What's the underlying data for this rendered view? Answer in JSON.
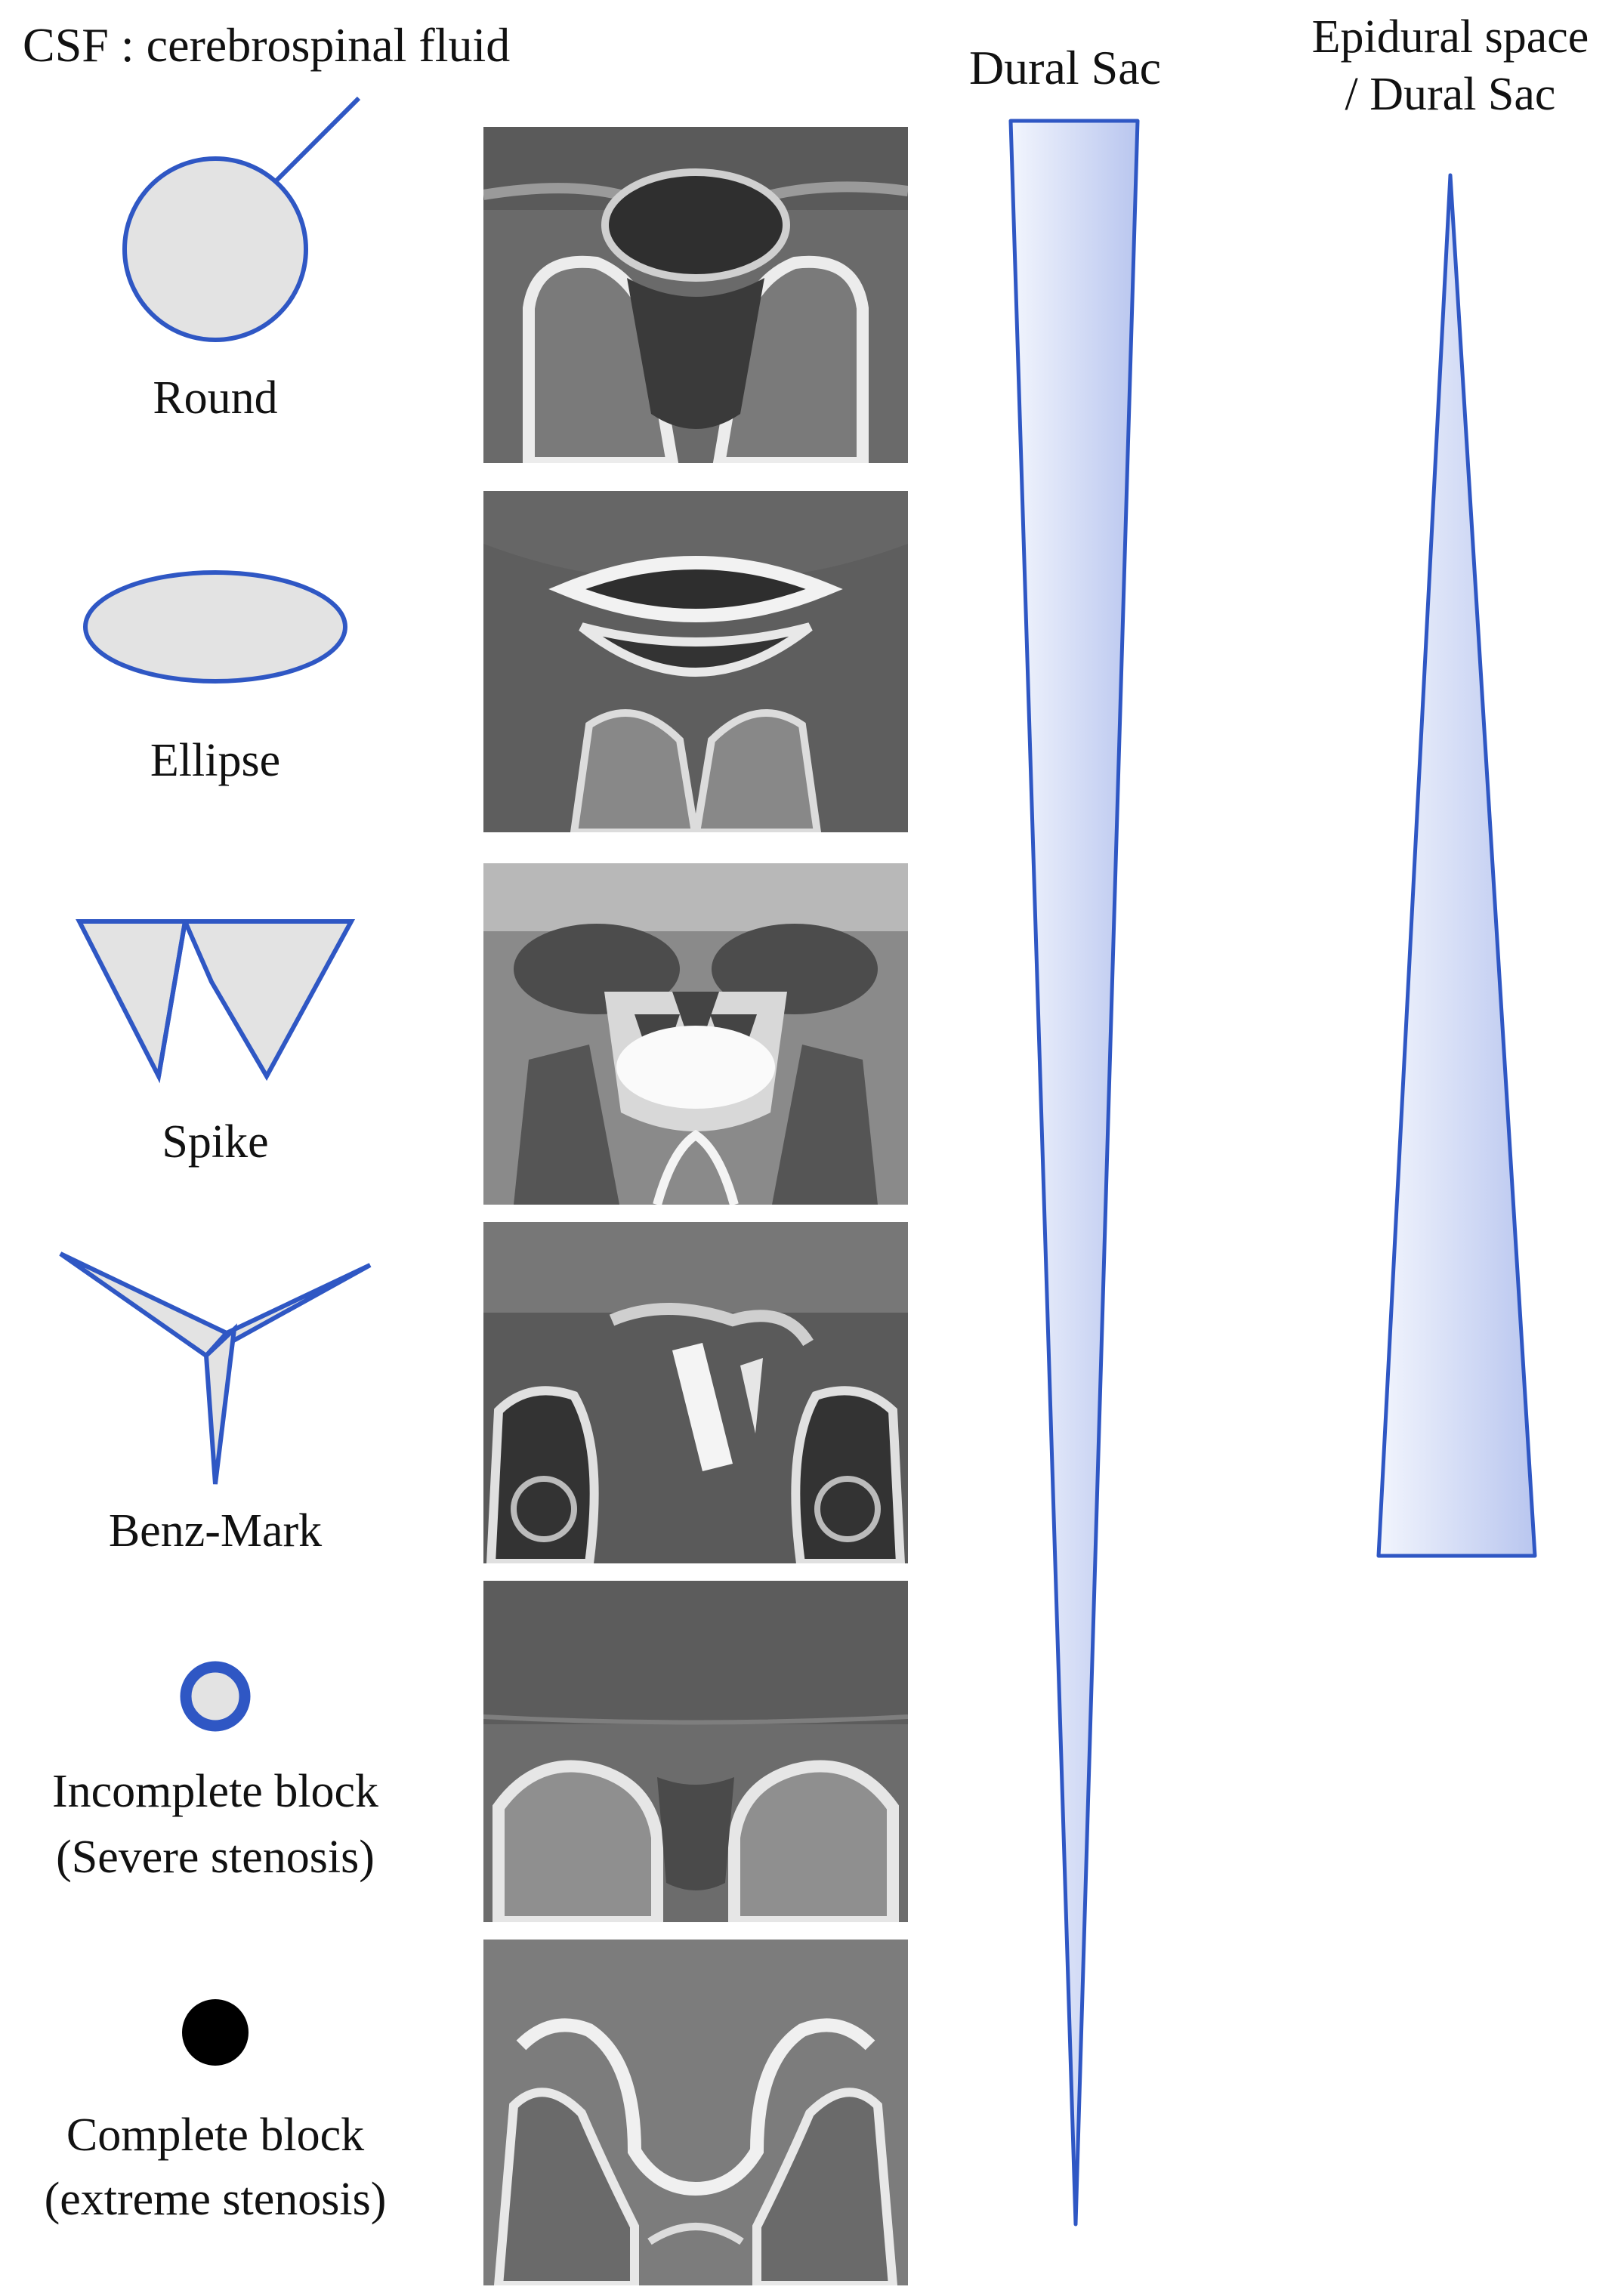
{
  "annotation": "CSF : cerebrospinal fluid",
  "columns": {
    "dural_sac": "Dural Sac",
    "epidural_line1": "Epidural space",
    "epidural_line2": "/ Dural Sac"
  },
  "shapes": [
    {
      "icon": "round-icon",
      "label": "Round"
    },
    {
      "icon": "ellipse-icon",
      "label": "Ellipse"
    },
    {
      "icon": "spike-icon",
      "label": "Spike"
    },
    {
      "icon": "benz-mark-icon",
      "label": "Benz-Mark"
    },
    {
      "icon": "ring-icon",
      "label_line1": "Incomplete block",
      "label_line2": "(Severe stenosis)"
    },
    {
      "icon": "filled-dot-icon",
      "label_line1": "Complete block",
      "label_line2": "(extreme stenosis)"
    }
  ],
  "colors": {
    "outline": "#2f57c4",
    "shape_fill": "#e3e3e3",
    "wedge_dark": "#b9c6ef",
    "wedge_light": "#f2f5fd",
    "block": "#000000"
  }
}
